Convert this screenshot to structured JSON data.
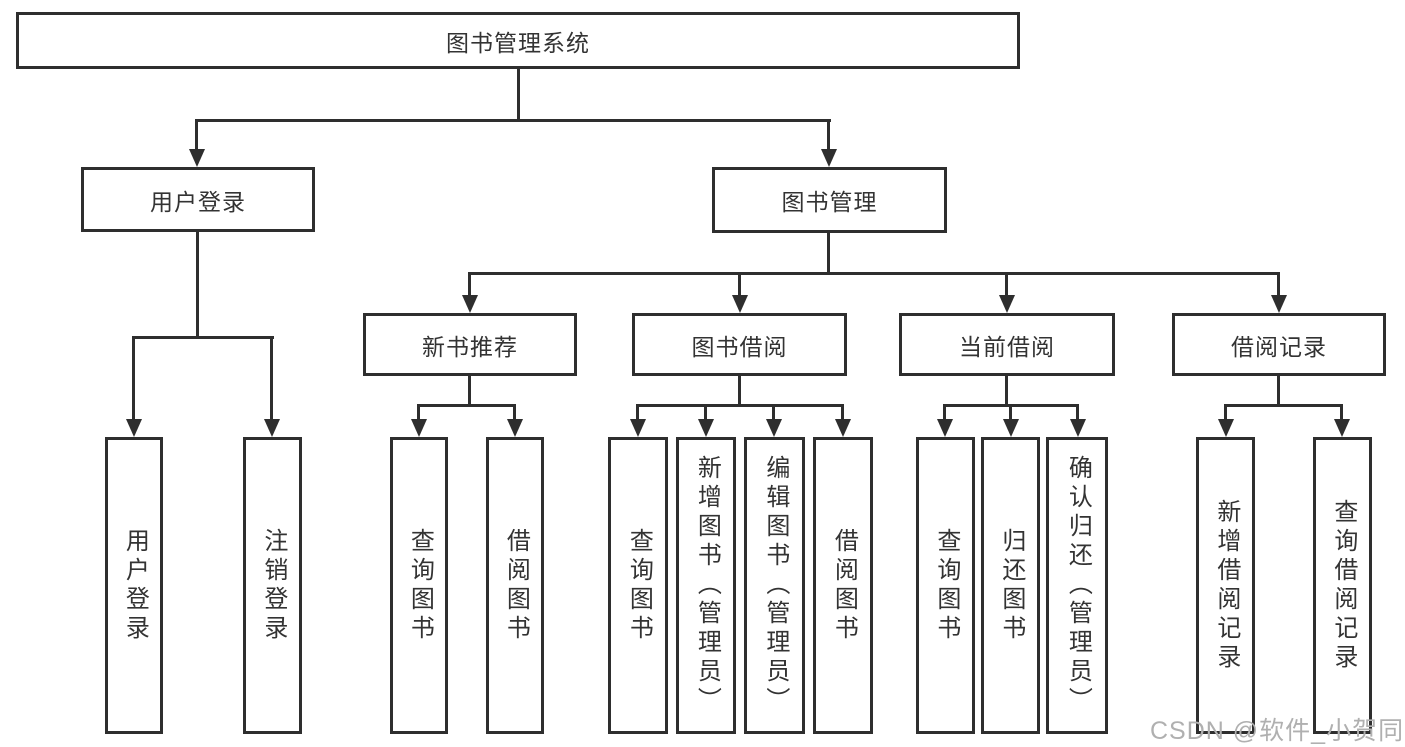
{
  "colors": {
    "line": "#2e2e2e",
    "text": "#333333",
    "watermark": "#b0b0b0"
  },
  "diagram": {
    "root": "图书管理系统",
    "user_login": {
      "label": "用户登录",
      "children": [
        "用户登录",
        "注销登录"
      ]
    },
    "book_mgmt": {
      "label": "图书管理",
      "sections": [
        {
          "label": "新书推荐",
          "children": [
            "查询图书",
            "借阅图书"
          ]
        },
        {
          "label": "图书借阅",
          "children": [
            "查询图书",
            "新增图书（管理员）",
            "编辑图书（管理员）",
            "借阅图书"
          ]
        },
        {
          "label": "当前借阅",
          "children": [
            "查询图书",
            "归还图书",
            "确认归还（管理员）"
          ]
        },
        {
          "label": "借阅记录",
          "children": [
            "新增借阅记录",
            "查询借阅记录"
          ]
        }
      ]
    }
  },
  "watermark": "CSDN @软件_小贺同学"
}
